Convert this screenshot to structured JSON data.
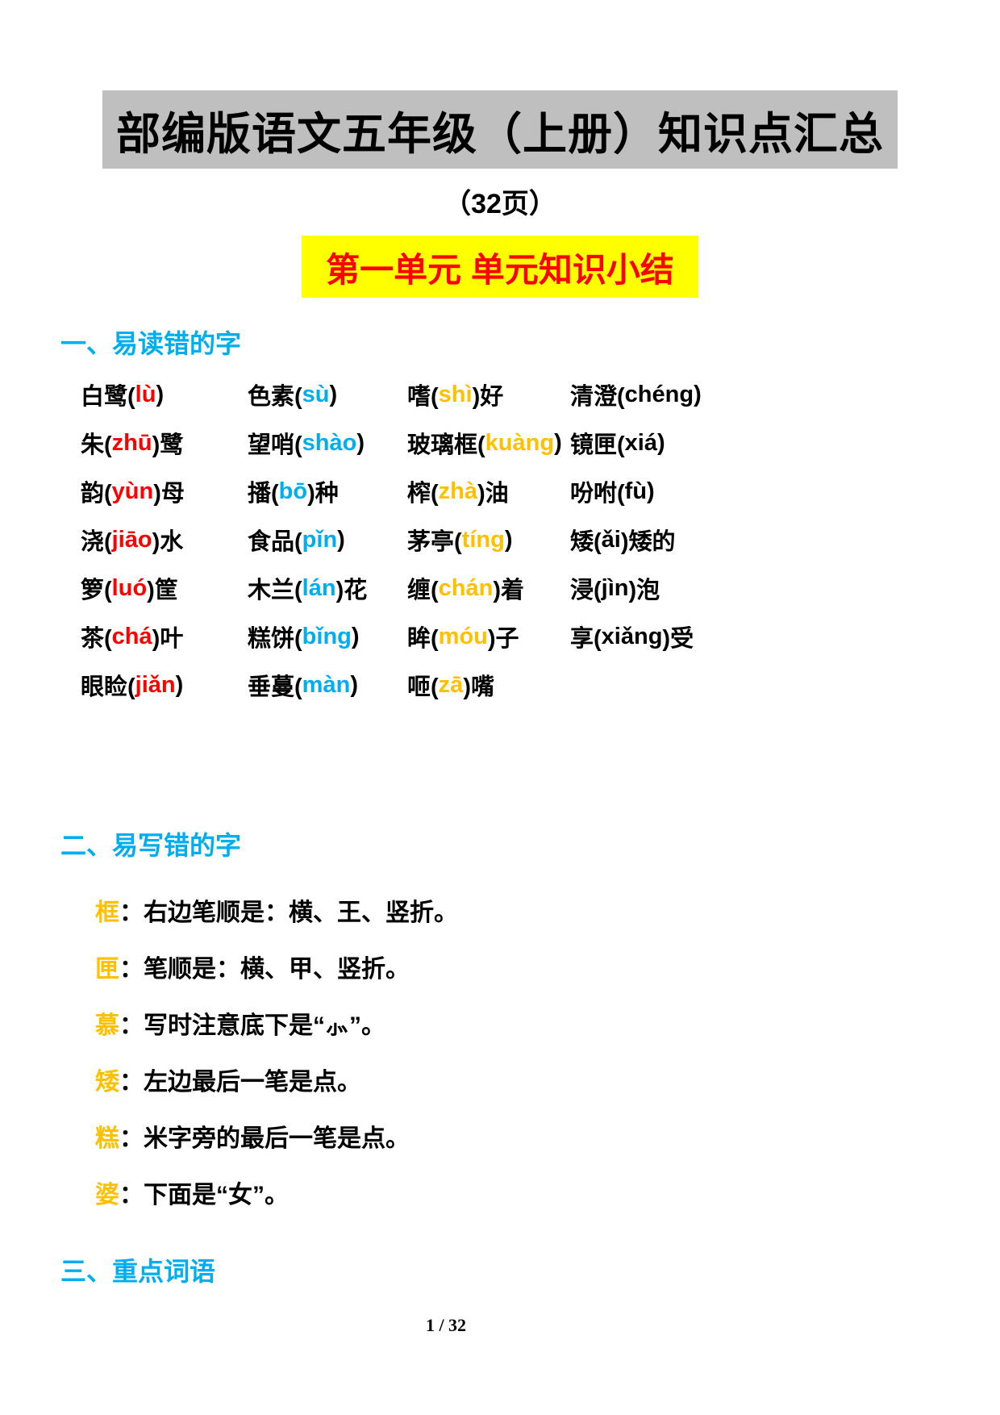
{
  "header": {
    "title": "部编版语文五年级（上册）知识点汇总",
    "subtitle": "（32页）",
    "banner": "第一单元 单元知识小结"
  },
  "colors": {
    "title_bg": "#BFBFBF",
    "banner_bg": "#FFFF00",
    "banner_text": "#FF0000",
    "heading_blue": "#00AEEF",
    "pinyin_red": "#FF0000",
    "pinyin_blue": "#00AEEF",
    "pinyin_orange": "#FFC000"
  },
  "section1": {
    "heading": "一、易读错的字",
    "rows": [
      [
        {
          "pre": "白鹭(",
          "py": "lù",
          "post": ")"
        },
        {
          "pre": "色素(",
          "py": "sù",
          "post": ")"
        },
        {
          "pre": "嗜(",
          "py": "shì",
          "post": ")好"
        },
        {
          "pre": "清澄(",
          "py": "chéng",
          "post": ")"
        }
      ],
      [
        {
          "pre": "朱(",
          "py": "zhū",
          "post": ")鹭"
        },
        {
          "pre": "望哨(",
          "py": "shào",
          "post": ")"
        },
        {
          "pre": "玻璃框(",
          "py": "kuàng",
          "post": ")"
        },
        {
          "pre": "镜匣(",
          "py": "xiá",
          "post": ")"
        }
      ],
      [
        {
          "pre": "韵(",
          "py": "yùn",
          "post": ")母"
        },
        {
          "pre": "播(",
          "py": "bō",
          "post": ")种"
        },
        {
          "pre": "榨(",
          "py": "zhà",
          "post": ")油"
        },
        {
          "pre": "吩咐(",
          "py": "fù",
          "post": ")"
        }
      ],
      [
        {
          "pre": "浇(",
          "py": "jiāo",
          "post": ")水"
        },
        {
          "pre": "食品(",
          "py": "pǐn",
          "post": ")"
        },
        {
          "pre": "茅亭(",
          "py": "tíng",
          "post": ")"
        },
        {
          "pre": "矮(",
          "py": "ǎi",
          "post": ")矮的"
        }
      ],
      [
        {
          "pre": "箩(",
          "py": "luó",
          "post": ")筐"
        },
        {
          "pre": "木兰(",
          "py": "lán",
          "post": ")花"
        },
        {
          "pre": "缠(",
          "py": "chán",
          "post": ")着"
        },
        {
          "pre": "浸(",
          "py": "jìn",
          "post": ")泡"
        }
      ],
      [
        {
          "pre": "茶(",
          "py": "chá",
          "post": ")叶"
        },
        {
          "pre": "糕饼(",
          "py": "bǐng",
          "post": ")"
        },
        {
          "pre": "眸(",
          "py": "móu",
          "post": ")子"
        },
        {
          "pre": "享(",
          "py": "xiǎng",
          "post": ")受"
        }
      ],
      [
        {
          "pre": "眼睑(",
          "py": "jiǎn",
          "post": ")"
        },
        {
          "pre": "垂蔓(",
          "py": "màn",
          "post": ")"
        },
        {
          "pre": "咂(",
          "py": "zā",
          "post": ")嘴"
        }
      ]
    ]
  },
  "section2": {
    "heading": "二、易写错的字",
    "items": [
      {
        "head": "框",
        "body": "：右边笔顺是：横、王、竖折。"
      },
      {
        "head": "匣",
        "body": "：笔顺是：横、甲、竖折。"
      },
      {
        "head": "慕",
        "body": "：写时注意底下是“⺗”。"
      },
      {
        "head": "矮",
        "body": "：左边最后一笔是点。"
      },
      {
        "head": "糕",
        "body": "：米字旁的最后一笔是点。"
      },
      {
        "head": "婆",
        "body": "：下面是“女”。"
      }
    ]
  },
  "section3": {
    "heading": "三、重点词语"
  },
  "footer": {
    "page_indicator": "1 / 32"
  }
}
